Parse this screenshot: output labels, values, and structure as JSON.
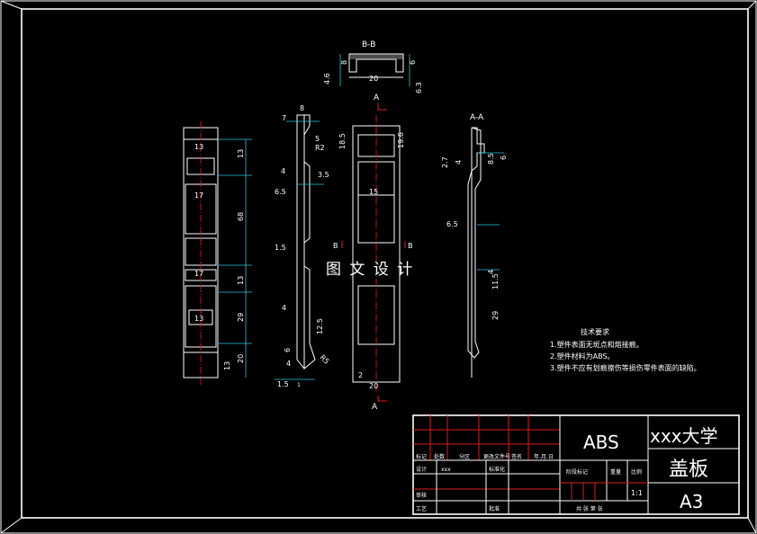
{
  "views": {
    "section_bb_label": "B-B",
    "section_aa_label": "A-A",
    "cut_a_top": "A",
    "cut_a_bottom": "A",
    "cut_b_left": "B",
    "cut_b_right": "B"
  },
  "watermark": "图 文 设 计",
  "dimensions": {
    "bb": [
      "4.6",
      "8",
      "20",
      "6.3",
      "6"
    ],
    "side": [
      "7",
      "8",
      "5",
      "R2",
      "4",
      "3.5",
      "6.5",
      "1.5",
      "4",
      "12.5",
      "6",
      "4",
      "R5",
      "1.5",
      "1"
    ],
    "front_left": [
      "13",
      "13",
      "17",
      "68",
      "17",
      "13",
      "13",
      "29",
      "13",
      "20"
    ],
    "front_mid": [
      "18.5",
      "15",
      "19.6",
      "2",
      "20"
    ],
    "aa": [
      "2.7",
      "4",
      "8.5",
      "6",
      "6.5",
      "4",
      "11.5",
      "29"
    ]
  },
  "notes": {
    "title": "技术要求",
    "lines": [
      "1.塑件表面无斑点和熔接痕。",
      "2.塑件材料为ABS。",
      "3.塑件不应有划痕擦伤等损伤零件表面的缺陷。"
    ]
  },
  "title_block": {
    "material": "ABS",
    "school": "xxx大学",
    "part_name": "盖板",
    "sheet_size": "A3",
    "scale": "1:1",
    "scale_header": "比例",
    "weight_header": "重量",
    "stage_header": "阶段标记",
    "row_mark": "标记",
    "row_count": "处数",
    "row_zone": "分区",
    "row_change": "更改文件号",
    "row_sign": "签名",
    "row_date": "年.月.日",
    "designer": "设计",
    "designer_name": "xxx",
    "standard": "标准化",
    "check": "审核",
    "process": "工艺",
    "approve": "批准",
    "sheets": "共 张 第 张"
  }
}
